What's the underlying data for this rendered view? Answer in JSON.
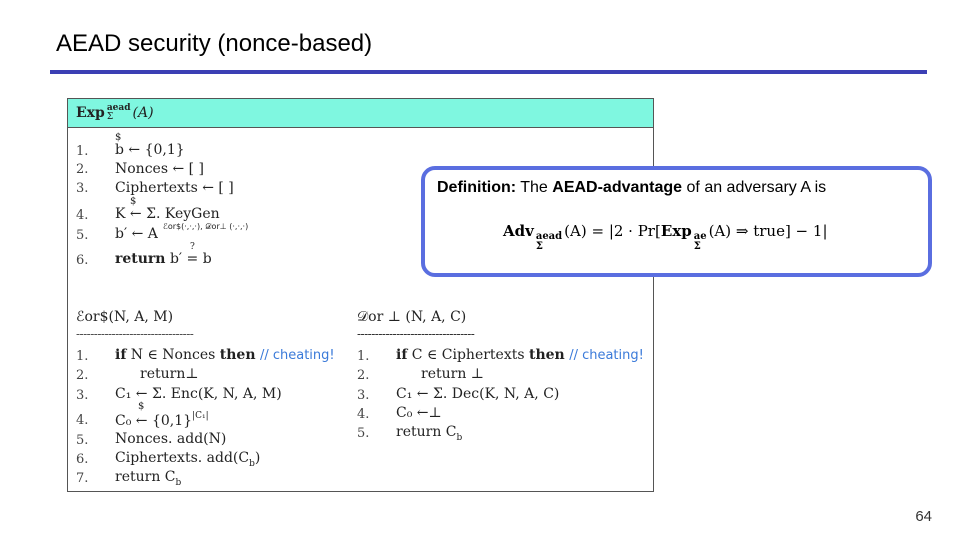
{
  "slide": {
    "title": "AEAD security (nonce-based)",
    "page_number": "64"
  },
  "game": {
    "header_exp": "Exp",
    "header_sup": "aead",
    "header_sub": "Σ",
    "header_arg": "(A)",
    "main_lines": [
      {
        "num": "1.",
        "text": "b ← {0,1}"
      },
      {
        "num": "2.",
        "text": "Nonces ← [ ]"
      },
      {
        "num": "3.",
        "text": "Ciphertexts ← [ ]"
      },
      {
        "num": "4.",
        "text": "K ← Σ. KeyGen"
      },
      {
        "num": "5.",
        "text": "b′ ← A"
      },
      {
        "num": "6.",
        "text": "b′ = b"
      }
    ],
    "return_kw": "return",
    "sample_marker": "$",
    "query_marker": "?",
    "oracle_superscript": "ℰor$(·,·,·), 𝒟or⊥ (·,·,·)",
    "enc_oracle": {
      "title": "ℰor$(N, A, M)",
      "lines": [
        {
          "num": "1.",
          "kw": "if",
          "text": "N ∈ Nonces",
          "kw2": "then",
          "comment": "// cheating!"
        },
        {
          "num": "2.",
          "text": "return⊥"
        },
        {
          "num": "3.",
          "text": "C₁ ← Σ. Enc(K, N, A, M)"
        },
        {
          "num": "4.",
          "text": "C₀ ← {0,1}"
        },
        {
          "num": "5.",
          "text": "Nonces. add(N)"
        },
        {
          "num": "6.",
          "text": "Ciphertexts. add(C"
        },
        {
          "num": "7.",
          "text": "return C"
        }
      ],
      "c0_exponent": "|C₁|",
      "sub_b": "b"
    },
    "dec_oracle": {
      "title": "𝒟or ⊥ (N, A, C)",
      "lines": [
        {
          "num": "1.",
          "kw": "if",
          "text": "C ∈ Ciphertexts",
          "kw2": "then",
          "comment": "// cheating!"
        },
        {
          "num": "2.",
          "text": "return ⊥"
        },
        {
          "num": "3.",
          "text": "C₁ ← Σ. Dec(K, N, A, C)"
        },
        {
          "num": "4.",
          "text": "C₀ ←⊥"
        },
        {
          "num": "5.",
          "text": "return C"
        }
      ],
      "sub_b": "b"
    },
    "dash_rule": "---------------------------------"
  },
  "definition": {
    "label": "Definition:",
    "text_pre": " The ",
    "term": "AEAD-advantage",
    "text_post": " of an adversary A is",
    "adv": "Adv",
    "adv_sup": "aead",
    "adv_sub": "Σ",
    "formula_rest": "(A) = |2 · Pr[",
    "exp": "Exp",
    "exp_sup": "ae",
    "exp_sub": "Σ",
    "formula_end": "(A) ⇒ true] − 1|"
  }
}
